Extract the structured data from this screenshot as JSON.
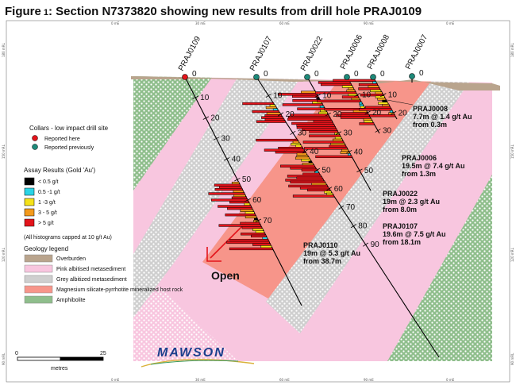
{
  "figure": {
    "label": "Figure",
    "number": "1",
    "title": ":  Section N7373820 showing new results from drill hole PRAJ0109"
  },
  "grid": {
    "top_labels": [
      "0 mE",
      "30 mE",
      "60 mE",
      "90 mE",
      "0 mE"
    ],
    "side_labels_left": [
      "180 mRL",
      "150 mRL",
      "120 mRL",
      "90 mRL"
    ],
    "side_labels_right": [
      "180 mRL",
      "150 mRL",
      "120 mRL",
      "90 mRL"
    ]
  },
  "holes": [
    {
      "id": "PRAJ0109",
      "collar": "new",
      "zero": "0",
      "depths": [
        "10",
        "20",
        "30",
        "40",
        "50",
        "60",
        "70"
      ]
    },
    {
      "id": "PRAJ0107",
      "collar": "previous",
      "zero": "0",
      "depths": [
        "10",
        "20",
        "30",
        "40",
        "50",
        "60",
        "70",
        "80",
        "90"
      ]
    },
    {
      "id": "PRAJ0022",
      "collar": "previous",
      "zero": "0",
      "depths": [
        "10",
        "20",
        "30",
        "40",
        "50"
      ]
    },
    {
      "id": "PRAJ0006",
      "collar": "previous",
      "zero": "0",
      "depths": [
        "10",
        "20",
        "30"
      ]
    },
    {
      "id": "PRAJ0008",
      "collar": "previous",
      "zero": "0",
      "depths": [
        "10",
        "20"
      ]
    },
    {
      "id": "PRAJ0007",
      "collar": "previous",
      "zero": "0",
      "depths": []
    }
  ],
  "annotations": [
    {
      "hole": "PRAJ0008",
      "line1": "7.7m @ 1.4 g/t Au",
      "line2": "from 0.3m"
    },
    {
      "hole": "PRAJ0006",
      "line1": "19.5m @ 7.4 g/t Au",
      "line2": "from 1.3m"
    },
    {
      "hole": "PRAJ0022",
      "line1": "19m @ 2.3 g/t Au",
      "line2": "from 8.0m"
    },
    {
      "hole": "PRAJ0107",
      "line1": "19.6m @ 7.5 g/t Au",
      "line2": "from 18.1m"
    },
    {
      "hole": "PRAJ0110",
      "line1": "19m  @ 5.3 g/t Au",
      "line2": "from 38.7m"
    }
  ],
  "open_label": "Open",
  "legend": {
    "collars_title": "Collars - low impact drill site",
    "collars": [
      {
        "label": "Reported here",
        "color": "#e3141b"
      },
      {
        "label": "Reported previously",
        "color": "#1e8a7a"
      }
    ],
    "assay_title": "Assay Results (Gold 'Au')",
    "assay": [
      {
        "label": "< 0.5 g/t",
        "color": "#000000"
      },
      {
        "label": "0.5 -1 g/t",
        "color": "#2ad4e6"
      },
      {
        "label": "1 -3 g/t",
        "color": "#f5e21a"
      },
      {
        "label": "3 - 5 g/t",
        "color": "#f39a1c"
      },
      {
        "label": "> 5 g/t",
        "color": "#e3141b"
      }
    ],
    "cap_note": "(All histograms capped at 10 g/t Au)",
    "geology_title": "Geology legend",
    "geology": [
      {
        "label": "Overburden",
        "color": "#b9a48d"
      },
      {
        "label": "Pink albitised metasediment",
        "color": "#f8c6df"
      },
      {
        "label": "Grey albitized metasediment",
        "color": "#cfcfcf"
      },
      {
        "label": "Magnesium silicate-pyrrhotite mineralized host rock",
        "color": "#f7958a"
      },
      {
        "label": "Amphibolite",
        "color": "#8fbe8c"
      }
    ]
  },
  "scale": {
    "start": "0",
    "end": "25",
    "unit": "metres"
  },
  "logo": {
    "text": "MAWSON"
  },
  "colors": {
    "pink": "#f8c6df",
    "grey": "#cfcfcf",
    "salmon": "#f7958a",
    "green": "#8fbe8c",
    "overburden": "#b9a48d",
    "hole_line": "#000000",
    "open_arrow": "#e3141b",
    "logo": "#1b3f8c"
  }
}
